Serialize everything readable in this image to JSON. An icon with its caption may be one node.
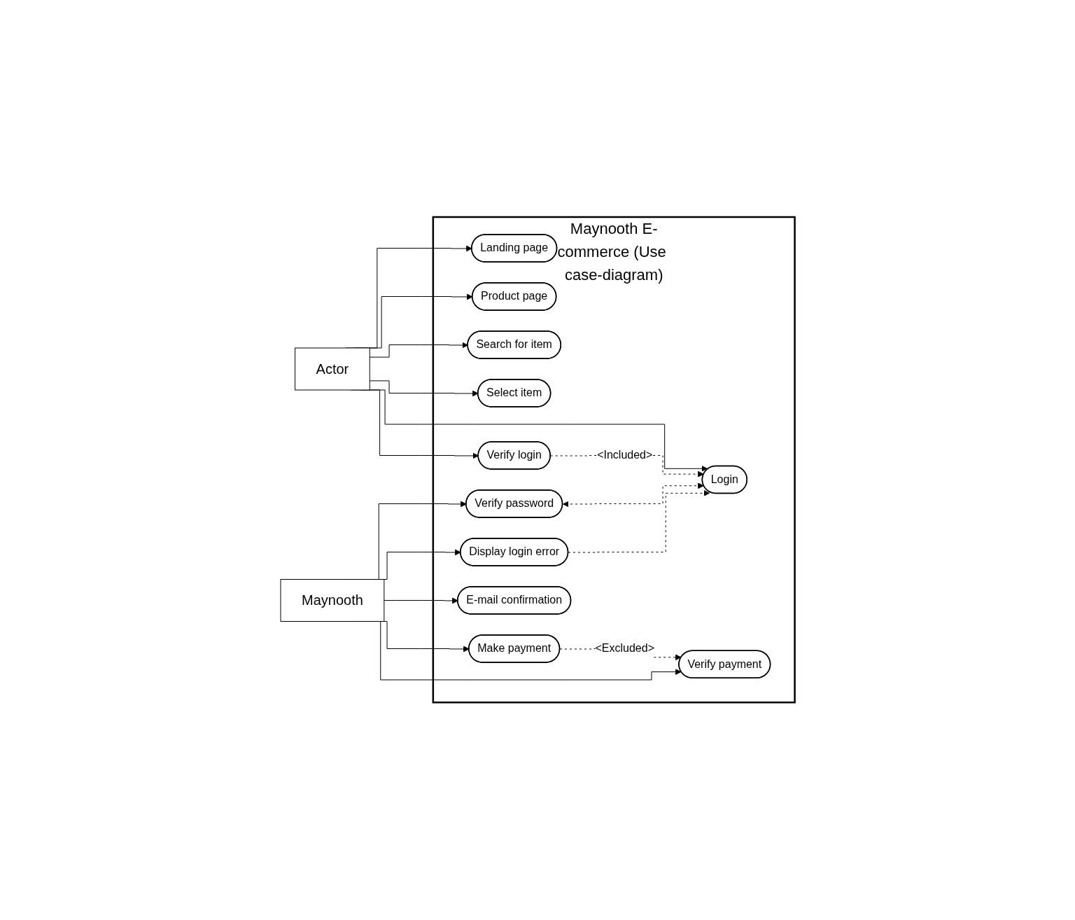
{
  "diagram": {
    "nodes": [
      {
        "text": [
          "Maynooth E-commerce (Use case-diagram)"
        ]
      },
      {
        "text": [
          "Actor"
        ]
      },
      {
        "text": [
          "Landing page"
        ],
        "in": 0
      },
      {
        "text": [
          "Product page"
        ],
        "in": 0
      },
      {
        "text": [
          "Search for item"
        ],
        "in": 0
      },
      {
        "text": [
          "Select item"
        ],
        "in": 0
      },
      {
        "text": [
          "Login"
        ],
        "in": 0
      },
      {
        "text": [
          "Verify login"
        ],
        "in": 0
      },
      {
        "text": [
          "Verify password"
        ],
        "in": 0
      },
      {
        "text": [
          "Display login error"
        ],
        "in": 0
      },
      {
        "text": [
          "Make payment"
        ],
        "in": 0
      },
      {
        "text": [
          "Verify payment"
        ],
        "in": 0
      },
      {
        "text": [
          "E-mail confirmation"
        ],
        "in": 0
      },
      {
        "text": [
          "Maynooth"
        ]
      }
    ],
    "edges": [
      {
        "from": 1,
        "to": 2,
        "arrow": "to"
      },
      {
        "from": 1,
        "to": 3,
        "arrow": "to"
      },
      {
        "from": 1,
        "to": 4,
        "arrow": "to"
      },
      {
        "from": 1,
        "to": 5,
        "arrow": "to"
      },
      {
        "from": 1,
        "to": 6,
        "arrow": "to"
      },
      {
        "from": 1,
        "to": 7,
        "arrow": "to"
      },
      {
        "from": 7,
        "to": 6,
        "arrow": "to",
        "style": "dashed",
        "label": "<Included>"
      },
      {
        "from": 8,
        "to": 6,
        "arrow": "both",
        "style": "dashed"
      },
      {
        "from": 9,
        "to": 6,
        "arrow": "to",
        "style": "dashed"
      },
      {
        "from": 10,
        "to": 11,
        "arrow": "to",
        "style": "dashed",
        "label": "<Excluded>"
      },
      {
        "from": 13,
        "to": 8,
        "arrow": "to"
      },
      {
        "from": 13,
        "to": 9,
        "arrow": "to"
      },
      {
        "from": 13,
        "to": 10,
        "arrow": "to"
      },
      {
        "from": 13,
        "to": 11,
        "arrow": "to"
      },
      {
        "from": 13,
        "to": 12,
        "arrow": "to"
      }
    ]
  }
}
